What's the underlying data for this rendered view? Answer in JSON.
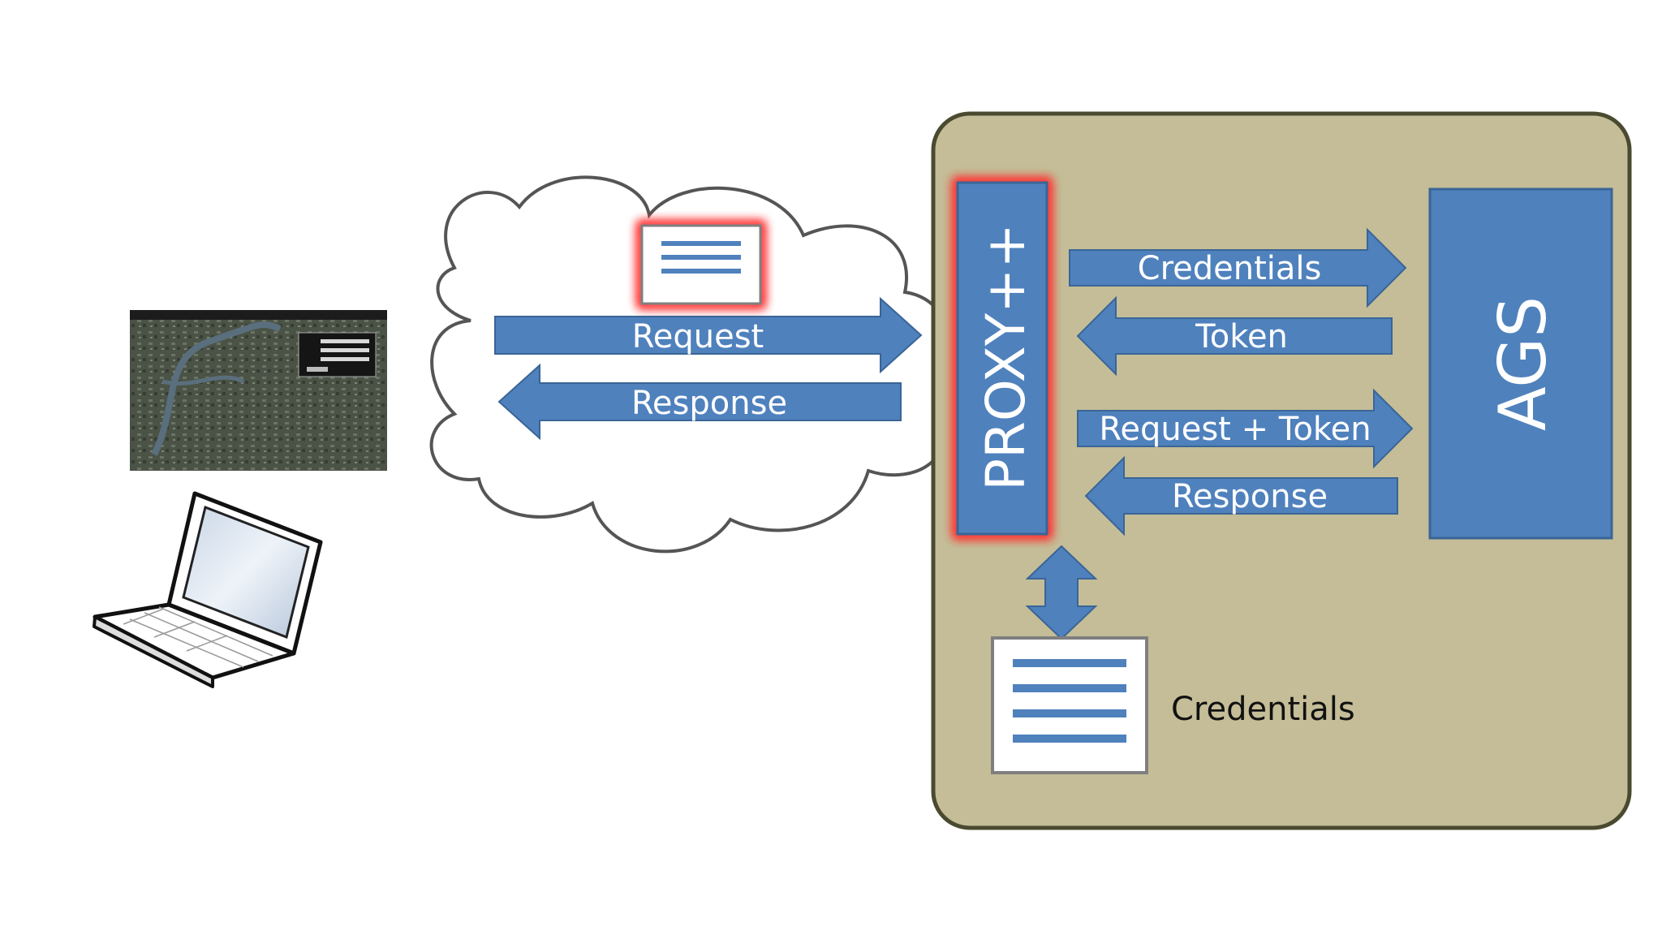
{
  "diagram": {
    "cloud": {
      "request_label": "Request",
      "response_label": "Response"
    },
    "proxy": {
      "label": "PROXY++"
    },
    "server": {
      "label": "AGS"
    },
    "arrows": {
      "credentials_label": "Credentials",
      "token_label": "Token",
      "request_token_label": "Request + Token",
      "response_label": "Response"
    },
    "credentials_store": {
      "label": "Credentials"
    },
    "colors": {
      "arrow_fill": "#4f81bd",
      "arrow_stroke": "#3a6596",
      "zone_fill": "#c4bd97",
      "zone_stroke": "#4a4a30",
      "highlight_glow": "#ff2020",
      "cloud_stroke": "#555555"
    }
  }
}
